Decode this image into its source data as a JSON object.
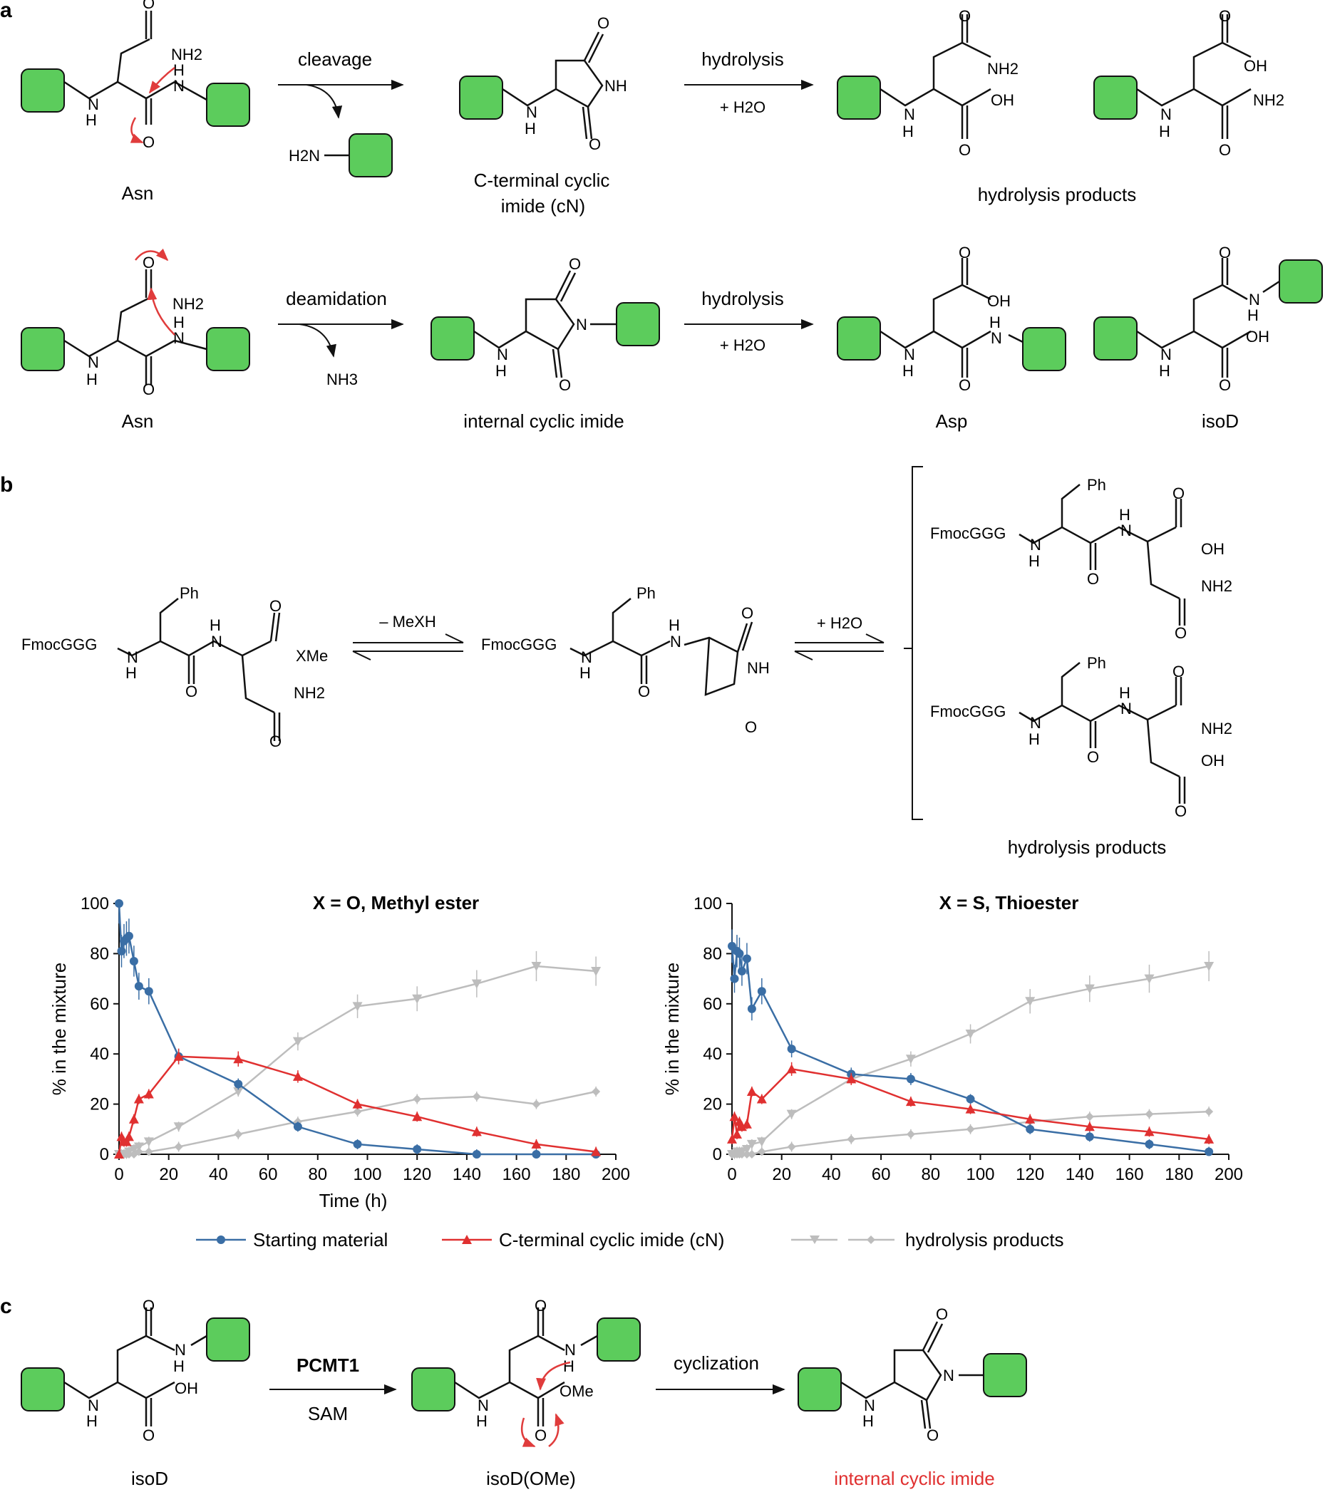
{
  "panels": {
    "a": {
      "letter": "a",
      "row1": {
        "start_label": "Asn",
        "step1_label": "cleavage",
        "byproduct": "H2N",
        "mid_label_line1": "C-terminal cyclic",
        "mid_label_line2": "imide (cN)",
        "step2_label": "hydrolysis",
        "step2_sub": "+ H2O",
        "end_label": "hydrolysis products"
      },
      "row2": {
        "start_label": "Asn",
        "step1_label": "deamidation",
        "byproduct": "NH3",
        "mid_label": "internal cyclic imide",
        "step2_label": "hydrolysis",
        "step2_sub": "+ H2O",
        "prod1_label": "Asp",
        "prod2_label": "isoD"
      },
      "atoms": {
        "O": "O",
        "NH2": "NH2",
        "NH": "NH",
        "N": "N",
        "H": "H",
        "OH": "OH"
      }
    },
    "b": {
      "letter": "b",
      "peptide_prefix": "FmocGGG",
      "ph": "Ph",
      "xme": "XMe",
      "step1_label": "– MeXH",
      "step2_label": "+ H2O",
      "products_label": "hydrolysis products"
    },
    "c": {
      "letter": "c",
      "start_label": "isoD",
      "enzyme": "PCMT1",
      "cofactor": "SAM",
      "mid_label": "isoD(OMe)",
      "ome": "OMe",
      "step2_label": "cyclization",
      "end_label": "internal cyclic imide",
      "end_label_color": "#e03030"
    }
  },
  "colors": {
    "green_box": "#5ccc5c",
    "arrow_red": "#e03c3c",
    "series_blue": "#3a6ea5",
    "series_red": "#e03030",
    "series_gray": "#bdbdbd"
  },
  "chart_data": [
    {
      "type": "line",
      "title": "X = O, Methyl ester",
      "xlabel": "Time (h)",
      "ylabel": "% in the mixture",
      "xlim": [
        0,
        200
      ],
      "ylim": [
        0,
        100
      ],
      "xticks": [
        0,
        20,
        40,
        60,
        80,
        100,
        120,
        140,
        160,
        180,
        200
      ],
      "yticks": [
        0,
        20,
        40,
        60,
        80,
        100
      ],
      "series": [
        {
          "name": "Starting material",
          "marker": "circle",
          "x": [
            0,
            1,
            2,
            3,
            4,
            6,
            8,
            12,
            24,
            48,
            72,
            96,
            120,
            144,
            168,
            192
          ],
          "y": [
            100,
            81,
            85,
            86,
            87,
            77,
            67,
            65,
            39,
            28,
            11,
            4,
            2,
            0,
            0,
            0
          ]
        },
        {
          "name": "C-terminal cyclic imide (cN)",
          "marker": "triangle",
          "x": [
            0,
            1,
            2,
            3,
            4,
            6,
            8,
            12,
            24,
            48,
            72,
            96,
            120,
            144,
            168,
            192
          ],
          "y": [
            0,
            7,
            5,
            5,
            7,
            14,
            22,
            24,
            39,
            38,
            31,
            20,
            15,
            9,
            4,
            1
          ]
        },
        {
          "name": "hydrolysis products",
          "marker": "triangle-down",
          "x": [
            0,
            1,
            2,
            3,
            4,
            6,
            8,
            12,
            24,
            48,
            72,
            96,
            120,
            144,
            168,
            192
          ],
          "y": [
            0,
            0,
            0,
            0,
            1,
            2,
            3,
            5,
            11,
            25,
            45,
            59,
            62,
            68,
            75,
            73
          ]
        },
        {
          "name": "hydrolysis products",
          "marker": "diamond",
          "x": [
            0,
            1,
            2,
            3,
            4,
            6,
            8,
            12,
            24,
            48,
            72,
            96,
            120,
            144,
            168,
            192
          ],
          "y": [
            0,
            0,
            0,
            0,
            0,
            0,
            1,
            1,
            3,
            8,
            13,
            17,
            22,
            23,
            20,
            25
          ]
        }
      ]
    },
    {
      "type": "line",
      "title": "X = S, Thioester",
      "xlabel": "",
      "ylabel": "% in the mixture",
      "xlim": [
        0,
        200
      ],
      "ylim": [
        0,
        100
      ],
      "xticks": [
        0,
        20,
        40,
        60,
        80,
        100,
        120,
        140,
        160,
        180,
        200
      ],
      "yticks": [
        0,
        20,
        40,
        60,
        80,
        100
      ],
      "series": [
        {
          "name": "Starting material",
          "marker": "circle",
          "x": [
            0,
            1,
            2,
            3,
            4,
            6,
            8,
            12,
            24,
            48,
            72,
            96,
            120,
            144,
            168,
            192
          ],
          "y": [
            83,
            70,
            81,
            80,
            73,
            78,
            58,
            65,
            42,
            32,
            30,
            22,
            10,
            7,
            4,
            1
          ]
        },
        {
          "name": "C-terminal cyclic imide (cN)",
          "marker": "triangle",
          "x": [
            0,
            1,
            2,
            3,
            4,
            6,
            8,
            12,
            24,
            48,
            72,
            96,
            120,
            144,
            168,
            192
          ],
          "y": [
            6,
            15,
            8,
            13,
            11,
            12,
            25,
            22,
            34,
            30,
            21,
            18,
            14,
            11,
            9,
            6
          ]
        },
        {
          "name": "hydrolysis products",
          "marker": "triangle-down",
          "x": [
            0,
            1,
            2,
            3,
            4,
            6,
            8,
            12,
            24,
            48,
            72,
            96,
            120,
            144,
            168,
            192
          ],
          "y": [
            0,
            0,
            1,
            1,
            1,
            2,
            4,
            5,
            16,
            30,
            38,
            48,
            61,
            66,
            70,
            75
          ]
        },
        {
          "name": "hydrolysis products",
          "marker": "diamond",
          "x": [
            0,
            1,
            2,
            3,
            4,
            6,
            8,
            12,
            24,
            48,
            72,
            96,
            120,
            144,
            168,
            192
          ],
          "y": [
            0,
            0,
            0,
            0,
            0,
            0,
            0,
            1,
            3,
            6,
            8,
            10,
            13,
            15,
            16,
            17
          ]
        }
      ]
    }
  ],
  "legend": {
    "starting": "Starting material",
    "imide": "C-terminal cyclic imide (cN)",
    "hydrolysis": "hydrolysis products"
  }
}
